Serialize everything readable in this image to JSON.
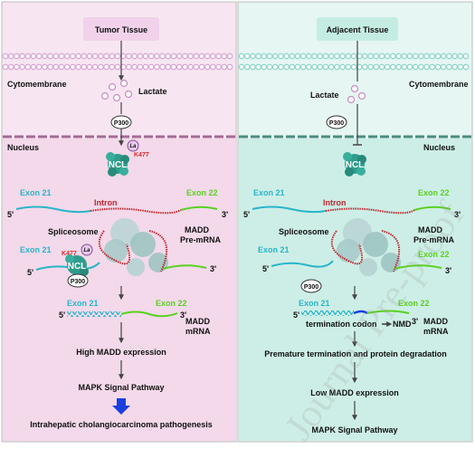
{
  "left": {
    "header": "Tumor Tissue",
    "cytomembrane": "Cytomembrane",
    "lactate": "Lactate",
    "p300": "P300",
    "nucleus": "Nucleus",
    "ncl": "NCL",
    "la": "La",
    "k477": "K477",
    "exon21": "Exon 21",
    "exon22": "Exon 22",
    "intron": "Intron",
    "five_prime": "5'",
    "three_prime": "3'",
    "spliceosome": "Spliceosome",
    "madd_pre_line1": "MADD",
    "madd_pre_line2": "Pre-mRNA",
    "madd_mrna_line1": "MADD",
    "madd_mrna_line2": "mRNA",
    "step1": "High MADD expression",
    "step2": "MAPK Signal Pathway",
    "step3": "Intrahepatic cholangiocarcinoma pathogenesis"
  },
  "right": {
    "header": "Adjacent Tissue",
    "cytomembrane": "Cytomembrane",
    "lactate": "Lactate",
    "p300": "P300",
    "nucleus": "Nucleus",
    "ncl": "NCL",
    "exon21": "Exon 21",
    "exon22": "Exon 22",
    "intron": "Intron",
    "five_prime": "5'",
    "three_prime": "3'",
    "spliceosome": "Spliceosome",
    "madd_pre_line1": "MADD",
    "madd_pre_line2": "Pre-mRNA",
    "termination": "termination codon",
    "nmd": "NMD",
    "madd_mrna_line1": "MADD",
    "madd_mrna_line2": "mRNA",
    "step1": "Premature termination and protein degradation",
    "step2": "Low MADD expression",
    "step3": "MAPK Signal Pathway"
  },
  "watermark": "Journal Pre-proof",
  "colors": {
    "tumor_bg": "#f7e6f1",
    "tumor_nucleus_bg": "#f3d9ea",
    "adjacent_bg": "#e6f6f2",
    "adjacent_nucleus_bg": "#cdeee6",
    "tumor_membrane": "#d9a6d6",
    "adjacent_membrane": "#8fd6cb",
    "exon21": "#29b5c9",
    "exon22": "#59d11f",
    "intron": "#c0262c",
    "ncl": "#2f9d8c",
    "blue_arrow": "#1a3fe0"
  }
}
